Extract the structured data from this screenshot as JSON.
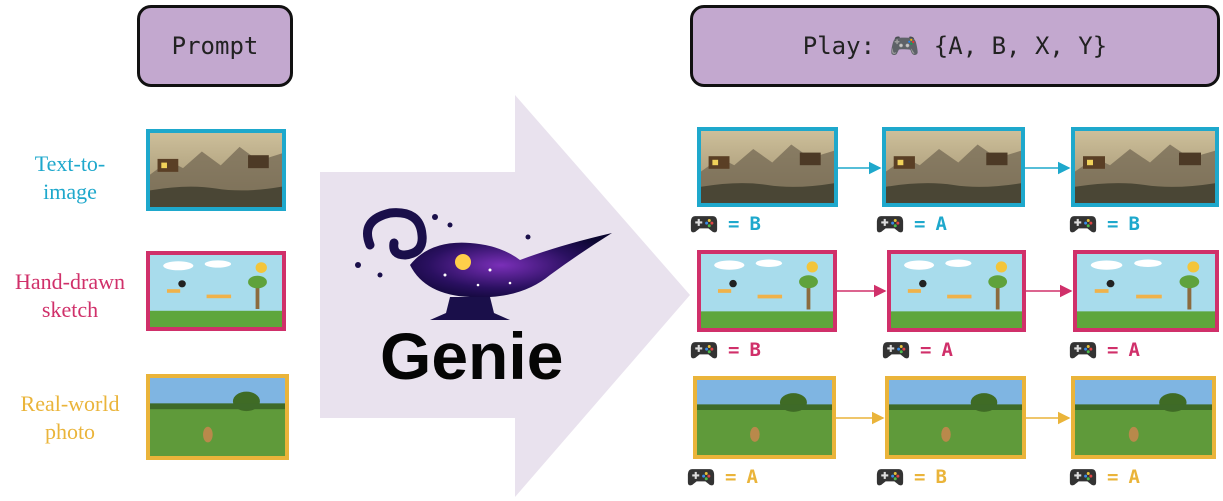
{
  "prompt_label": "Prompt",
  "play_label": "Play: 🎮 {A, B, X, Y}",
  "brand_name": "Genie",
  "colors": {
    "text_to_image": "#1ea8cc",
    "sketch": "#d0306a",
    "photo": "#eab43a",
    "pill": "#c3a8cf",
    "arrow": "#e9e2ee"
  },
  "rows": [
    {
      "label_line1": "Text-to-",
      "label_line2": "image",
      "color": "#1ea8cc",
      "actions": [
        "B",
        "A",
        "B"
      ]
    },
    {
      "label_line1": "Hand-drawn",
      "label_line2": "sketch",
      "color": "#d0306a",
      "actions": [
        "B",
        "A",
        "A"
      ]
    },
    {
      "label_line1": "Real-world",
      "label_line2": "photo",
      "color": "#eab43a",
      "actions": [
        "A",
        "B",
        "A"
      ]
    }
  ],
  "equals": "=",
  "icons": [
    "gamepad-icon",
    "magic-lamp-icon",
    "flow-arrow-icon"
  ]
}
